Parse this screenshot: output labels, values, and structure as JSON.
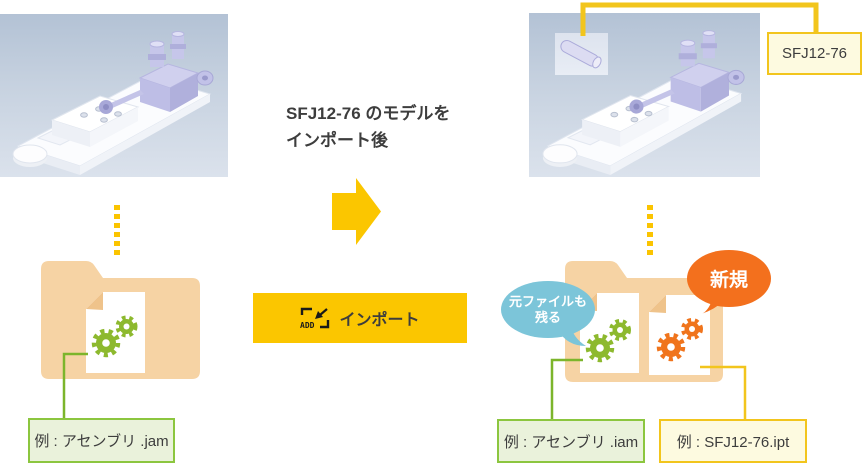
{
  "colors": {
    "accent_yellow": "#FBC600",
    "connector_yellow": "#F2C51D",
    "connector_green": "#7CB52B",
    "dash_yellow": "#FBC400",
    "folder_tan": "#F6D3A4",
    "folder_flap": "#EFC38B",
    "gear_green": "#8DB92E",
    "gear_orange": "#F0741C",
    "bubble_teal": "#7CC5D9",
    "bubble_orange": "#F3701D",
    "label_green_bg": "#EAF2DB",
    "label_green_border": "#8CC63F",
    "label_yellow_bg": "#FDFAE0",
    "label_yellow_border": "#F2C51D",
    "text_dark": "#3D3D3D"
  },
  "center": {
    "caption_line1": "SFJ12-76 のモデルを",
    "caption_line2": "インポート後",
    "import_button_label": "インポート",
    "import_icon_text": "ADD"
  },
  "before": {
    "file_label": "例 : アセンブリ .jam"
  },
  "after": {
    "part_callout_label": "SFJ12-76",
    "keep_bubble_line1": "元ファイルも",
    "keep_bubble_line2": "残る",
    "new_bubble_label": "新規",
    "assembly_file_label": "例 : アセンブリ .iam",
    "part_file_label": "例 : SFJ12-76.ipt"
  }
}
